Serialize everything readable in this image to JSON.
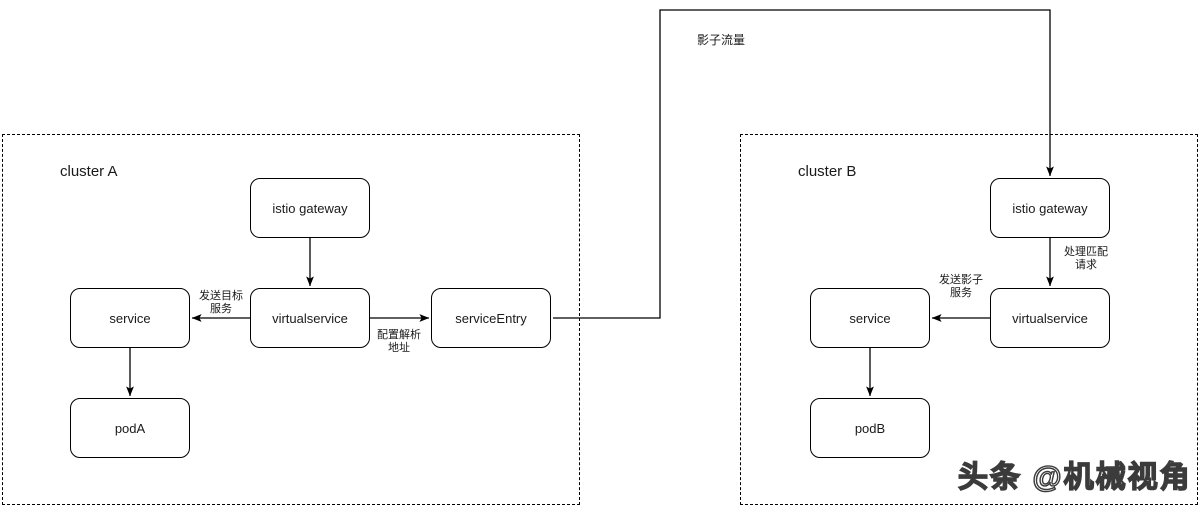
{
  "diagram": {
    "title_flow_label": "影子流量",
    "watermark": "头条 @机械视角",
    "stroke_color": "#000000",
    "background_color": "#ffffff",
    "text_color": "#1a1a1a"
  },
  "clusters": [
    {
      "id": "cluster-a",
      "label": "cluster A"
    },
    {
      "id": "cluster-b",
      "label": "cluster B"
    }
  ],
  "nodes": {
    "a_istio_gateway": "istio gateway",
    "a_virtualservice": "virtualservice",
    "a_service": "service",
    "a_serviceentry": "serviceEntry",
    "a_pod": "podA",
    "b_istio_gateway": "istio gateway",
    "b_virtualservice": "virtualservice",
    "b_service": "service",
    "b_pod": "podB"
  },
  "edge_labels": {
    "a_vs_to_service": "发送目标\n服务",
    "a_vs_to_entry": "配置解析\n地址",
    "b_gw_to_vs": "处理匹配\n请求",
    "b_vs_to_service": "发送影子\n服务"
  }
}
